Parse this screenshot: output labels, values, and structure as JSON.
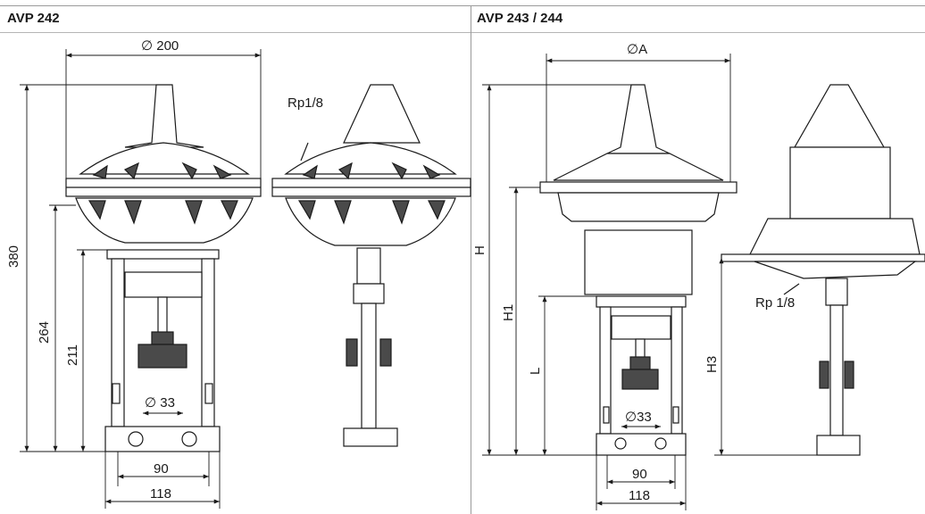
{
  "panels": {
    "left_title": "AVP 242",
    "right_title": "AVP 243 / 244"
  },
  "left_dims": {
    "diameter_top": "∅ 200",
    "height_total": "380",
    "height_264": "264",
    "height_211": "211",
    "dia_33": "∅ 33",
    "width_90": "90",
    "width_118": "118",
    "thread_label": "Rp1/8"
  },
  "right_dims": {
    "diameter_a": "∅A",
    "h": "H",
    "h1": "H1",
    "l": "L",
    "h3": "H3",
    "dia_33": "∅33",
    "width_90": "90",
    "width_118": "118",
    "thread_label": "Rp 1/8"
  },
  "colors": {
    "line": "#1a1a1a",
    "shade": "#d9d9d9",
    "dark": "#4a4a4a"
  }
}
